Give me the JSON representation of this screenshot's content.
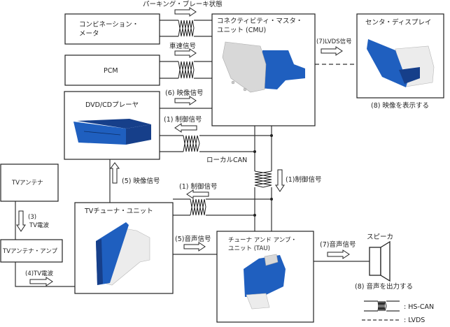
{
  "components": {
    "combination_meter": "コンビネーション・",
    "combination_meter_2": "メータ",
    "pcm": "PCM",
    "dvd_player": "DVD/CDプレーヤ",
    "cmu_line1": "コネクティビティ・マスタ・",
    "cmu_line2": "ユニット (CMU)",
    "center_display": "センタ・ディスプレイ",
    "tv_antenna": "TVアンテナ",
    "tv_antenna_amp": "TVアンテナ・アンプ",
    "tv_tuner": "TVチューナ・ユニット",
    "tau_line1": "チューナ アンド アンプ・",
    "tau_line2": "ユニット (TAU)",
    "speaker": "スピーカ"
  },
  "signals": {
    "parking_brake": "パーキング・ブレーキ状態",
    "vehicle_speed": "車速信号",
    "video6": "(6) 映像信号",
    "control1_dvd": "(1) 制御信号",
    "local_can": "ローカルCAN",
    "control1_vertical": "(1)制御信号",
    "video5": "(5) 映像信号",
    "control1_tuner": "(1) 制御信号",
    "audio5": "(5)音声信号",
    "tv_wave3_num": "(3)",
    "tv_wave3": "TV電波",
    "tv_wave4": "(4)TV電波",
    "lvds7": "(7)LVDS信号",
    "display8": "(8) 映像を表示する",
    "audio7": "(7)音声信号",
    "sound8": "(8) 音声を出力する"
  },
  "legend": {
    "hs_can": ": HS-CAN",
    "lvds": ": LVDS"
  }
}
